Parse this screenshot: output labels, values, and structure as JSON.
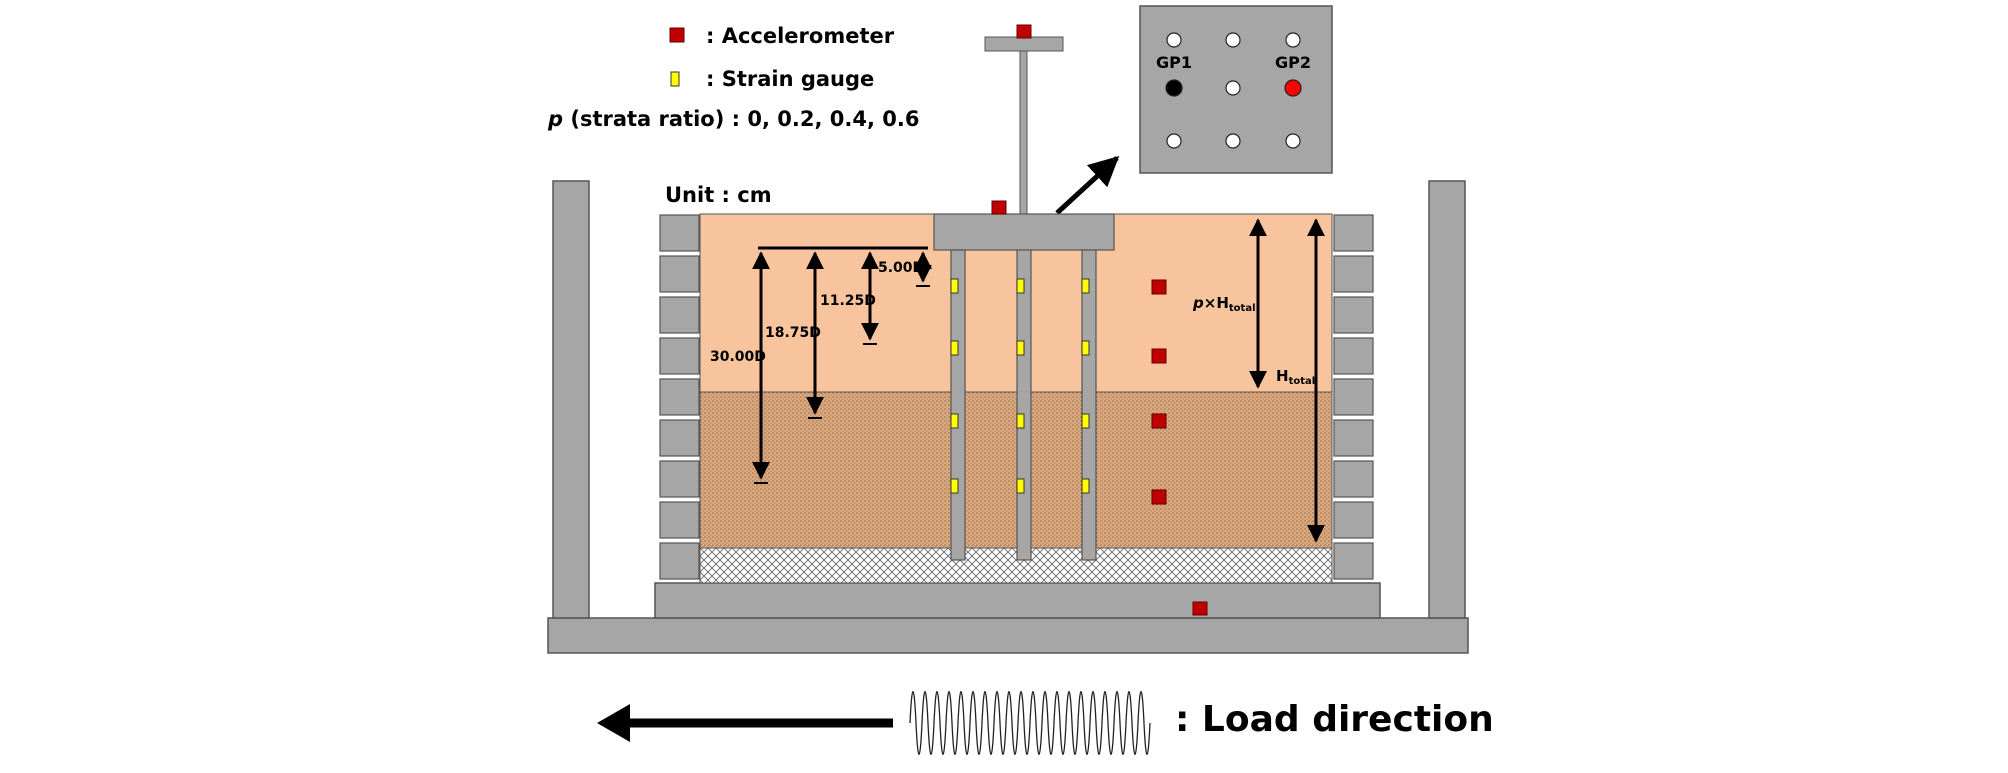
{
  "legend": {
    "accelerometer": ": Accelerometer",
    "strain_gauge": ": Strain gauge",
    "strata_symbol": "p",
    "strata_text": "(strata ratio)",
    "strata_values": ": 0, 0.2, 0.4, 0.6"
  },
  "unit_label": "Unit : cm",
  "inset": {
    "gp1": "GP1",
    "gp2": "GP2"
  },
  "dimensions": {
    "d1": "5.00D",
    "d2": "11.25D",
    "d3": "18.75D",
    "d4": "30.00D",
    "p_label": "p",
    "times": "×",
    "h_main": "H",
    "h_sub": "total"
  },
  "load_direction": ": Load direction",
  "colors": {
    "upper_soil": "#f8c49d",
    "lower_soil": "#d9a87e",
    "steel": "#a6a6a6",
    "accelerometer": "#c00000",
    "strain_gauge": "#ffff00",
    "gp2": "#ff0000"
  }
}
